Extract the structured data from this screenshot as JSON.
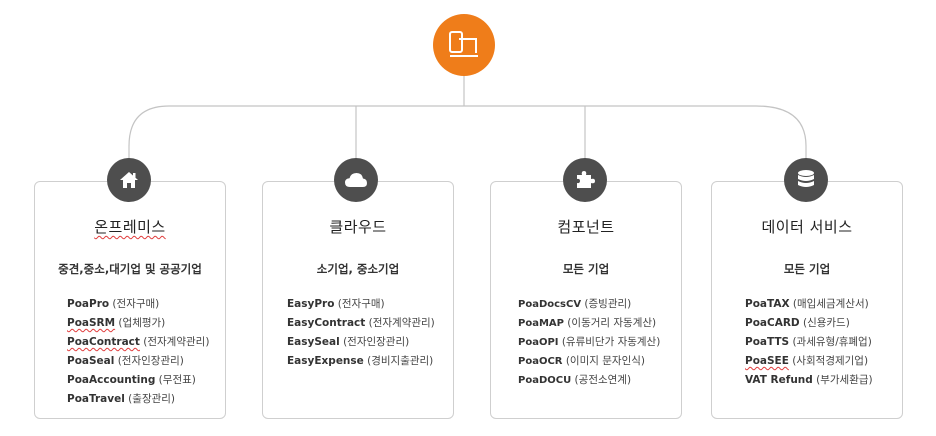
{
  "hub": {
    "icon": "devices-icon",
    "color": "#ef7d1a"
  },
  "icon_color": "#4e4e4e",
  "categories": [
    {
      "title": "온프레미스",
      "title_flagged": true,
      "icon": "home-icon",
      "subtitle": "중견,중소,대기업 및 공공기업",
      "items": [
        {
          "name": "PoaPro",
          "desc": " (전자구매)",
          "flagged": false
        },
        {
          "name": "PoaSRM",
          "desc": " (업체평가)",
          "flagged": true
        },
        {
          "name": "PoaContract",
          "desc": " (전자계약관리)",
          "flagged": true
        },
        {
          "name": "PoaSeal",
          "desc": " (전자인장관리)",
          "flagged": false
        },
        {
          "name": "PoaAccounting",
          "desc": " (무전표)",
          "flagged": false
        },
        {
          "name": "PoaTravel",
          "desc": " (출장관리)",
          "flagged": false
        }
      ]
    },
    {
      "title": "클라우드",
      "title_flagged": false,
      "icon": "cloud-icon",
      "subtitle": "소기업, 중소기업",
      "items": [
        {
          "name": "EasyPro",
          "desc": " (전자구매)",
          "flagged": false
        },
        {
          "name": "EasyContract",
          "desc": " (전자계약관리)",
          "flagged": false
        },
        {
          "name": "EasySeal",
          "desc": " (전자인장관리)",
          "flagged": false
        },
        {
          "name": "EasyExpense",
          "desc": " (경비지출관리)",
          "flagged": false
        }
      ]
    },
    {
      "title": "컴포넌트",
      "title_flagged": false,
      "icon": "puzzle-icon",
      "subtitle": "모든 기업",
      "items": [
        {
          "name": "PoaDocsCV",
          "desc": " (증빙관리)",
          "flagged": false
        },
        {
          "name": "PoaMAP",
          "desc": " (이동거리 자동계산)",
          "flagged": false
        },
        {
          "name": "PoaOPI",
          "desc": " (유류비단가 자동계산)",
          "flagged": false
        },
        {
          "name": "PoaOCR",
          "desc": " (이미지 문자인식)",
          "flagged": false
        },
        {
          "name": "PoaDOCU",
          "desc": " (공전소연계)",
          "flagged": false
        }
      ]
    },
    {
      "title": "데이터 서비스",
      "title_flagged": false,
      "icon": "database-icon",
      "subtitle": "모든 기업",
      "items": [
        {
          "name": "PoaTAX",
          "desc": " (매입세금계산서)",
          "flagged": false
        },
        {
          "name": "PoaCARD",
          "desc": " (신용카드)",
          "flagged": false
        },
        {
          "name": "PoaTTS",
          "desc": " (과세유형/휴폐업)",
          "flagged": false
        },
        {
          "name": "PoaSEE",
          "desc": " (사회적경제기업)",
          "flagged": true
        },
        {
          "name": "VAT Refund",
          "desc": " (부가세환급)",
          "flagged": false
        }
      ]
    }
  ]
}
